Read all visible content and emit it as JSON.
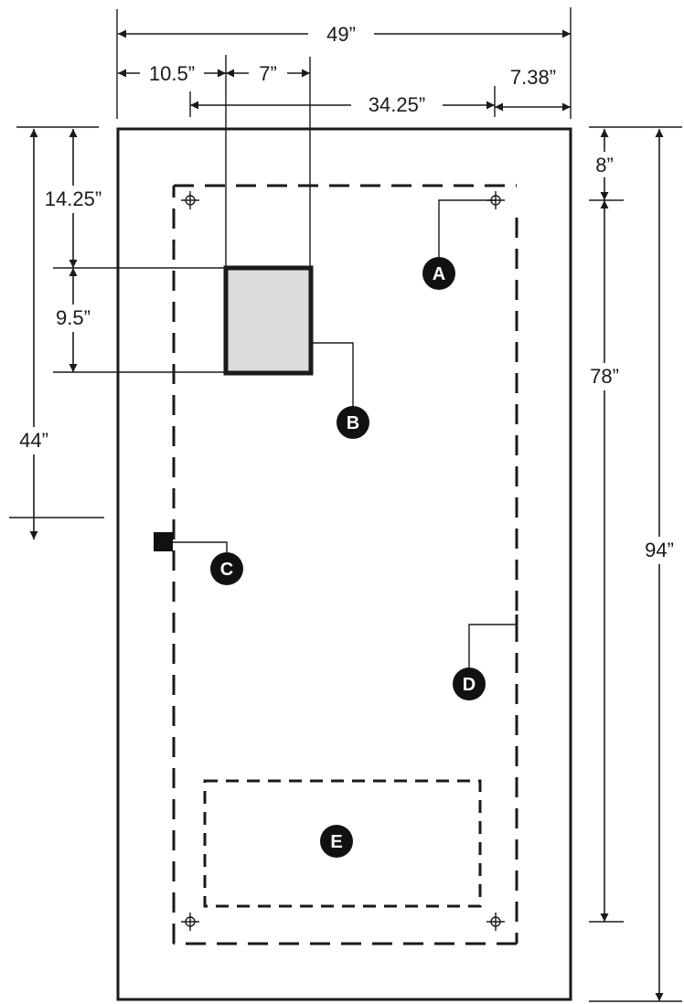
{
  "dimensions": {
    "overall_width": "49”",
    "left_offset": "10.5”",
    "box_width": "7”",
    "hole_span_width": "34.25”",
    "right_offset": "7.38”",
    "box_top_offset": "14.25”",
    "box_height": "9.5”",
    "c_offset": "44”",
    "top_hole_offset": "8”",
    "hole_span_height": "78”",
    "overall_height": "94”"
  },
  "callouts": {
    "a": "A",
    "b": "B",
    "c": "C",
    "d": "D",
    "e": "E"
  },
  "colors": {
    "ink": "#1a1a1a",
    "box_fill": "#dcdcdc",
    "callout_fill": "#111111"
  }
}
